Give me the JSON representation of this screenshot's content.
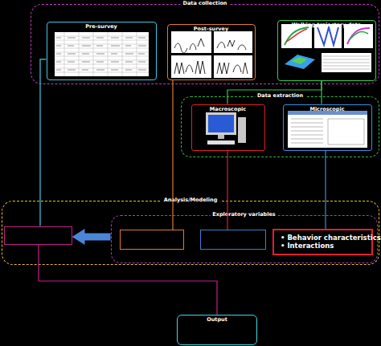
{
  "diagram": {
    "nodes": [
      {
        "text": [
          "Data collection"
        ]
      },
      {
        "text": [
          "Pre-survey"
        ],
        "in": 0
      },
      {
        "text": [
          "Post-survey"
        ],
        "in": 0
      },
      {
        "text": [
          "Walking trajectory data"
        ],
        "in": 0
      },
      {
        "text": [
          "Data extraction"
        ]
      },
      {
        "text": [
          "Macroscopic"
        ],
        "in": 4
      },
      {
        "text": [
          "Microscopic"
        ],
        "in": 4
      },
      {
        "text": [
          "Analysis/Modeling"
        ]
      },
      {
        "text": [],
        "in": 7
      },
      {
        "text": [
          "Exploratory variables"
        ],
        "in": 7
      },
      {
        "text": [],
        "in": 9
      },
      {
        "text": [],
        "in": 9
      },
      {
        "text": [
          "• Behavior characteristics",
          "• Interactions"
        ],
        "in": 9
      },
      {
        "text": [
          "Output"
        ]
      }
    ],
    "edges": [
      {
        "from": 1,
        "to": 8,
        "arrow": "none"
      },
      {
        "from": 2,
        "to": 10,
        "arrow": "none"
      },
      {
        "from": 3,
        "to": 5,
        "arrow": "none"
      },
      {
        "from": 3,
        "to": 6,
        "arrow": "none"
      },
      {
        "from": 5,
        "to": 11,
        "arrow": "none"
      },
      {
        "from": 6,
        "to": 12,
        "arrow": "none"
      },
      {
        "from": 9,
        "to": 8,
        "arrow": "to"
      },
      {
        "from": 8,
        "to": 13,
        "arrow": "none"
      }
    ]
  }
}
